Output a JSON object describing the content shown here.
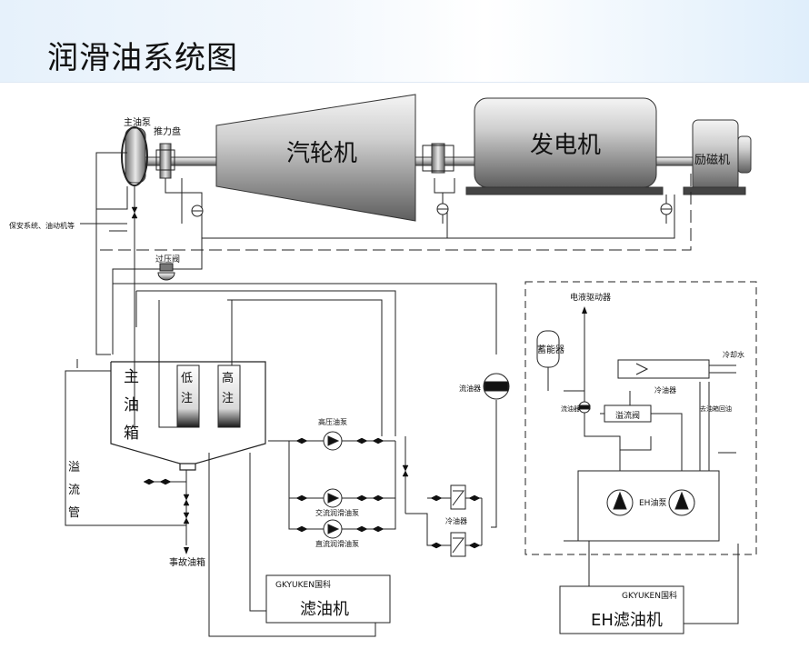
{
  "title": "润滑油系统图",
  "labels": {
    "main_oil_pump": "主油泵",
    "thrust_bearing": "推力盘",
    "turbine": "汽轮机",
    "generator": "发电机",
    "exciter": "励磁机",
    "protection_system": "保安系统、油动机等",
    "overpressure_valve": "过压阀",
    "main_tank": [
      "主",
      "油",
      "箱"
    ],
    "low_injector": [
      "低",
      "注"
    ],
    "high_injector": [
      "高",
      "注"
    ],
    "overflow_pipe": [
      "溢",
      "流",
      "管"
    ],
    "emergency_tank": "事故油箱",
    "hp_oil_pump": "高压油泵",
    "ac_lube_pump": "交流润滑油泵",
    "dc_lube_pump": "直流润滑油泵",
    "cooler": "冷油器",
    "oil_flow_meter": "流油器",
    "servo": "电液驱动器",
    "accumulator": "蓄能器",
    "eh_cooler": "冷油器",
    "cooling_water": "冷却水",
    "relief_valve": "溢流阀",
    "eh_flow_meter": "流油器",
    "eh_return": "去油箱回油",
    "eh_pump": "EH油泵",
    "filter_brand": "GKYUKEN国科",
    "filter_name": "滤油机",
    "eh_filter_brand": "GKYUKEN国科",
    "eh_filter_name": "EH滤油机"
  }
}
